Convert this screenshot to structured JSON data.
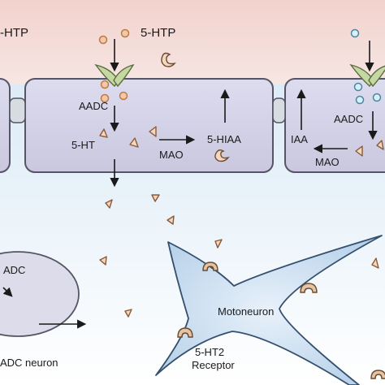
{
  "labels": {
    "htp_left": "-HTP",
    "htp_center": "5-HTP",
    "aadc_1": "AADC",
    "ht_1": "5-HT",
    "mao_1": "MAO",
    "hiaa": "5-HIAA",
    "iaa": "IAA",
    "aadc_2": "AADC",
    "mao_2": "MAO",
    "aadc_neuron_top": "ADC",
    "aadc_neuron_bottom": "ADC neuron",
    "motoneuron": "Motoneuron",
    "receptor_line1": "5-HT2",
    "receptor_line2": "Receptor"
  },
  "colors": {
    "blood_band": "#f2d2cd",
    "csf_band": "#dcebf6",
    "cell_fill": "#d2d0e4",
    "cell_stroke": "#555566",
    "junction_fill": "#d7dce0",
    "transporter_fill": "#c6d8a2",
    "htp_dot_fill": "#f2c9a8",
    "htp_dot_stroke": "#c07844",
    "precursor_dot_fill": "#d9eef7",
    "precursor_dot_stroke": "#4a87a6",
    "serotonin_fill": "#f5d7bf",
    "serotonin_stroke": "#8a5a3a",
    "motoneuron_fill": "#cfe0f1",
    "motoneuron_stroke": "#34506e",
    "receptor_fill": "#e3c4a5",
    "receptor_stroke": "#6c4a30",
    "aadc_neuron_fill": "#dcdcea"
  }
}
